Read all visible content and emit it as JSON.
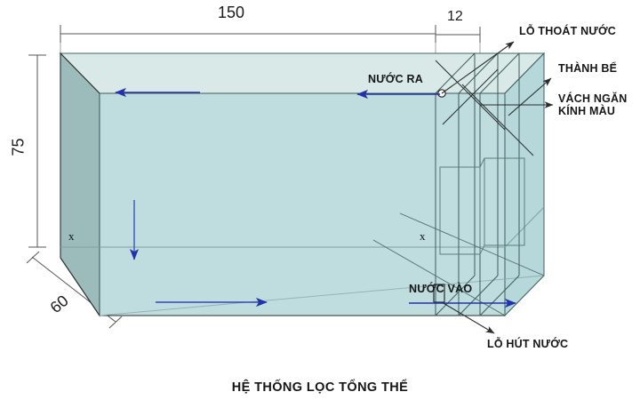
{
  "title": "HỆ THỐNG LỌC TỔNG THỂ",
  "caption": "HỆ THỐNG LỌC TỔNG THỂ",
  "dimensions": {
    "length": "150",
    "filter_width": "12",
    "height": "75",
    "depth": "60",
    "unit_note": ""
  },
  "markers": {
    "x_left": "x",
    "x_right": "x"
  },
  "labels": {
    "outlet_flow": "NƯỚC RA",
    "inlet_flow": "NƯỚC VÀO",
    "drain_hole": "LỖ THOÁT NƯỚC",
    "tank_wall": "THÀNH BỂ",
    "divider_line1": "VÁCH NGĂN",
    "divider_line2": "KÍNH MÀU",
    "suction_hole": "LỖ HÚT NƯỚC"
  },
  "colors": {
    "top_face": "#d8e9e7",
    "front_face": "#bfdcdf",
    "left_face": "#9cbcbc",
    "right_face": "#b6d8da",
    "glass_edge": "#4d6b6b",
    "outline": "#2b2b2b",
    "arrow_blue": "#2233aa",
    "dim_line": "#555555",
    "text": "#161616"
  },
  "flow_arrows": [
    {
      "name": "top-surface-flow-left",
      "direction": "left"
    },
    {
      "name": "outlet-flow-left",
      "direction": "left"
    },
    {
      "name": "down-flow",
      "direction": "down"
    },
    {
      "name": "bottom-flow-right",
      "direction": "right"
    },
    {
      "name": "inlet-flow-right",
      "direction": "right"
    }
  ]
}
